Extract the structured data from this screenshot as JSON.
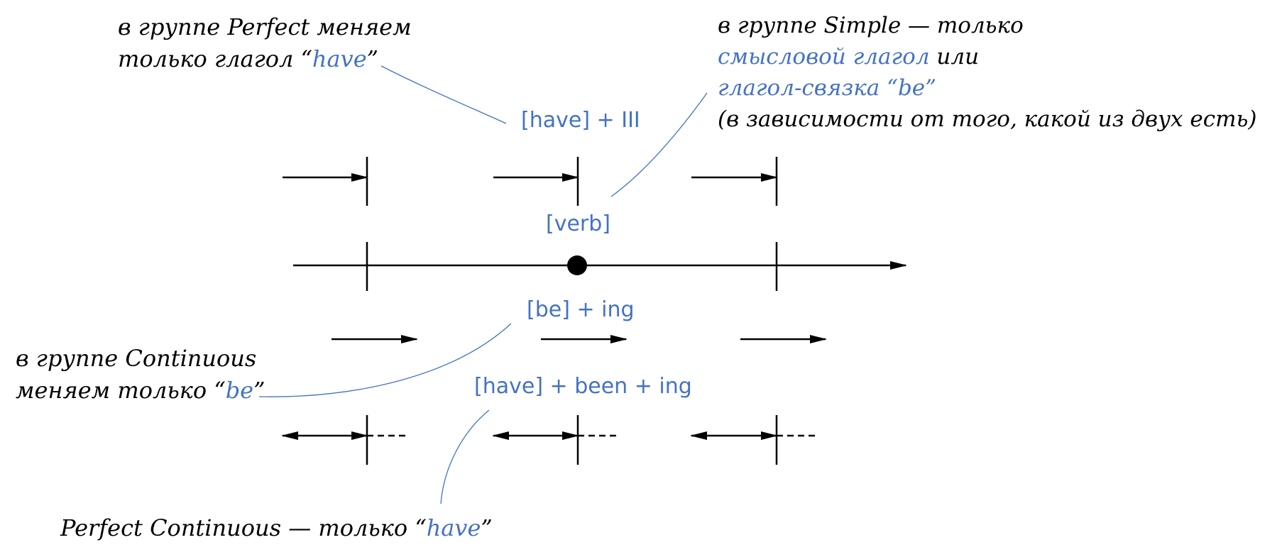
{
  "colors": {
    "accent": "#4472c4",
    "text": "#000000",
    "line": "#000000"
  },
  "formulas": {
    "perfect": "[have] + III",
    "simple": "[verb]",
    "continuous": "[be] + ing",
    "perfect_continuous": "[have] + been + ing"
  },
  "notes": {
    "perfect": {
      "line1": "в группе Perfect меняем",
      "line2_text": "только глагол “",
      "line2_hl": "have",
      "line2_end": "”"
    },
    "simple": {
      "line1": "в группе Simple — только",
      "line2_hl": "смысловой глагол",
      "line2_end": " или",
      "line3_hl": "глагол-связка “be”",
      "line4": "(в зависимости от того, какой из двух есть)"
    },
    "continuous": {
      "line1": "в группе Continuous",
      "line2_text": "меняем только “",
      "line2_hl": "be",
      "line2_end": "”"
    },
    "perfect_continuous": {
      "line1_text": "Perfect Continuous — только “",
      "line1_hl": "have",
      "line1_end": "”"
    }
  },
  "icons": {
    "present_point": "timeline-dot-icon"
  }
}
